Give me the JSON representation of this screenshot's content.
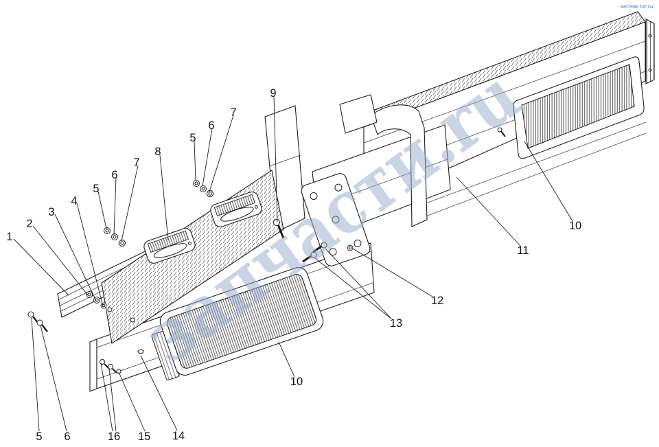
{
  "colors": {
    "line": "#1c1c1c",
    "watermark": "#93a9c9",
    "corner_mark": "#3b5bd0",
    "background": "#ffffff"
  },
  "watermark": {
    "text": "запчасти.ru"
  },
  "corner_mark": {
    "text": "запчасти.ru"
  },
  "callouts": [
    {
      "label": "1"
    },
    {
      "label": "2"
    },
    {
      "label": "3"
    },
    {
      "label": "4"
    },
    {
      "label": "5"
    },
    {
      "label": "6"
    },
    {
      "label": "7"
    },
    {
      "label": "8"
    },
    {
      "label": "5"
    },
    {
      "label": "6"
    },
    {
      "label": "7"
    },
    {
      "label": "9"
    },
    {
      "label": "10"
    },
    {
      "label": "11"
    },
    {
      "label": "12"
    },
    {
      "label": "13"
    },
    {
      "label": "10"
    },
    {
      "label": "5"
    },
    {
      "label": "6"
    },
    {
      "label": "16"
    },
    {
      "label": "15"
    },
    {
      "label": "14"
    }
  ]
}
